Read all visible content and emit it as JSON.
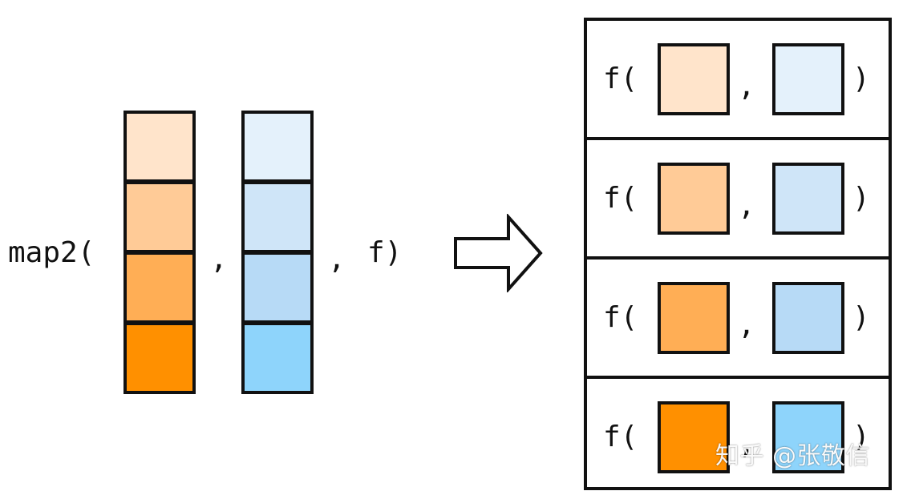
{
  "expression": {
    "call_open": "map2(",
    "separator_1": ",",
    "separator_2": ",",
    "function_tail": "f)"
  },
  "input_vector_1": {
    "colors": [
      "#ffe4cb",
      "#ffcb97",
      "#ffae55",
      "#ff9000"
    ]
  },
  "input_vector_2": {
    "colors": [
      "#e4f1fb",
      "#cfe5f8",
      "#b7daf6",
      "#8ed4fb"
    ]
  },
  "arrow": {
    "icon": "right-arrow-icon"
  },
  "output": {
    "rows": [
      {
        "fn_open": "f(",
        "comma": ",",
        "close": ")",
        "left_color": "#ffe4cb",
        "right_color": "#e4f1fb"
      },
      {
        "fn_open": "f(",
        "comma": ",",
        "close": ")",
        "left_color": "#ffcb97",
        "right_color": "#cfe5f8"
      },
      {
        "fn_open": "f(",
        "comma": ",",
        "close": ")",
        "left_color": "#ffae55",
        "right_color": "#b7daf6"
      },
      {
        "fn_open": "f(",
        "comma": ",",
        "close": ")",
        "left_color": "#ff9000",
        "right_color": "#8ed4fb"
      }
    ]
  },
  "watermark": {
    "text": "知乎 @张敬信"
  }
}
